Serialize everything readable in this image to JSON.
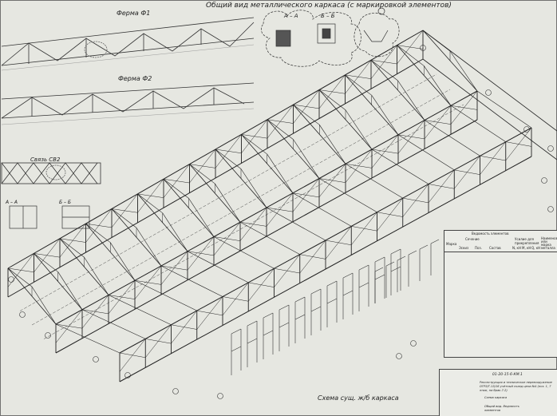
{
  "drawing": {
    "main_title": "Общий вид металлического каркаса (с маркировкой элементов)",
    "truss1_title": "Ферма Ф1",
    "truss2_title": "Ферма Ф2",
    "bracing_title": "Связь СВ2",
    "section_aa": "А – А",
    "section_bb": "Б – Б",
    "section_aa_small": "А – А",
    "section_bb_small": "Б – Б",
    "subtitle": "Схема сущ. ж/б каркаса"
  },
  "table": {
    "caption": "Ведомость элементов",
    "headers": [
      "Марка",
      "Сечение",
      "Усилие для прикрепления",
      "Наименование или марка металла"
    ],
    "subheaders": [
      "Эскиз",
      "Поз.",
      "Состав",
      "N, кН",
      "M, кН",
      "Q, кН"
    ]
  },
  "title_block": {
    "code": "01-20-15-6-КМ.1",
    "line1": "Реконструкция и техническое перевооружение ОГРЭ/Т-15/16 учётный склад цеха №4 (поз. 1, 7 этаж, на брак-7.2)",
    "line2": "Схема каркаса",
    "line3": "Общий вид. Ведомость элементов"
  }
}
